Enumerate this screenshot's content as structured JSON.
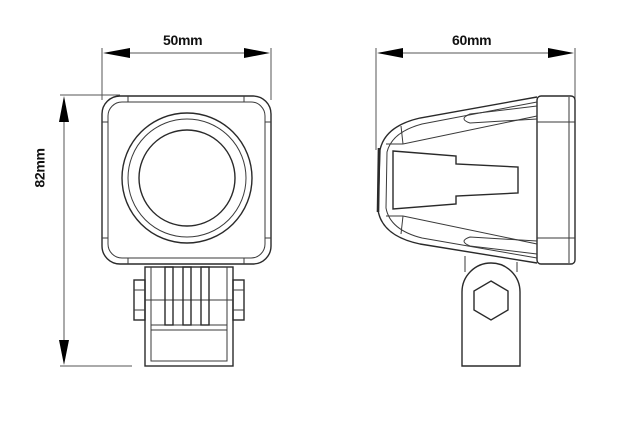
{
  "drawing": {
    "subject": "LED work light dimension drawing",
    "views": [
      {
        "name": "front-view",
        "width_label": "50mm",
        "height_label": "82mm"
      },
      {
        "name": "side-view",
        "width_label": "60mm"
      }
    ]
  },
  "dimensions": {
    "front_width": "50mm",
    "side_depth": "60mm",
    "overall_height": "82mm"
  },
  "colors": {
    "line": "#2a2a2a",
    "arrow": "#000000",
    "background": "#ffffff"
  }
}
